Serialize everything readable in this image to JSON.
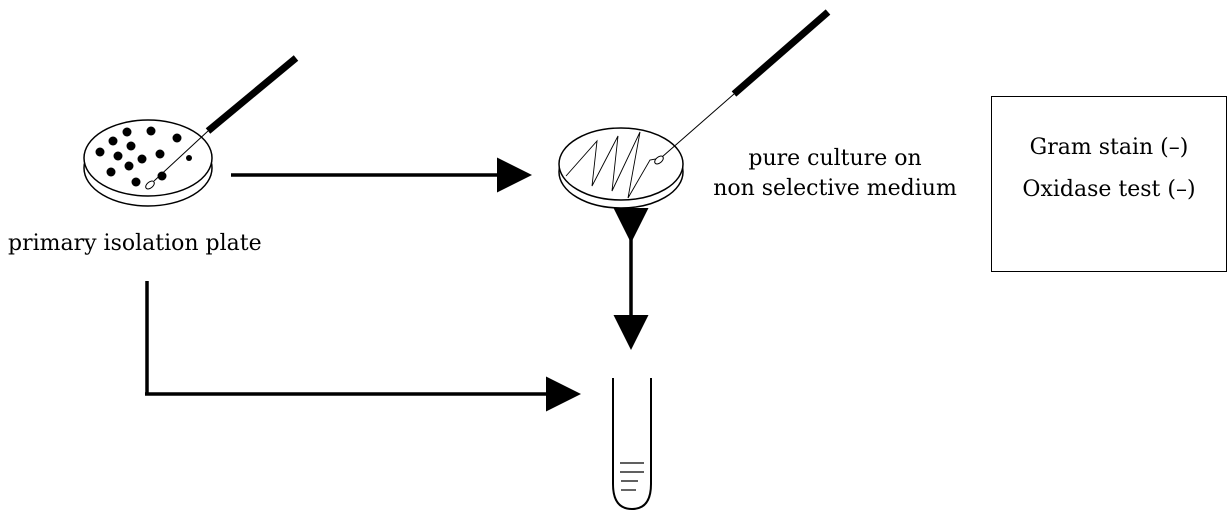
{
  "labels": {
    "primary_plate": "primary isolation plate",
    "pure_culture_line1": "pure culture on",
    "pure_culture_line2": "non selective medium"
  },
  "tests": {
    "gram_stain": "Gram stain (–)",
    "oxidase_test": "Oxidase test (–)"
  },
  "icons": {
    "primary_plate": "petri-dish-with-colonies-icon",
    "pure_plate": "petri-dish-streaked-icon",
    "loops": "inoculating-loop-icon",
    "tube": "test-tube-icon"
  },
  "colors": {
    "ink": "#000000",
    "background": "#ffffff"
  }
}
